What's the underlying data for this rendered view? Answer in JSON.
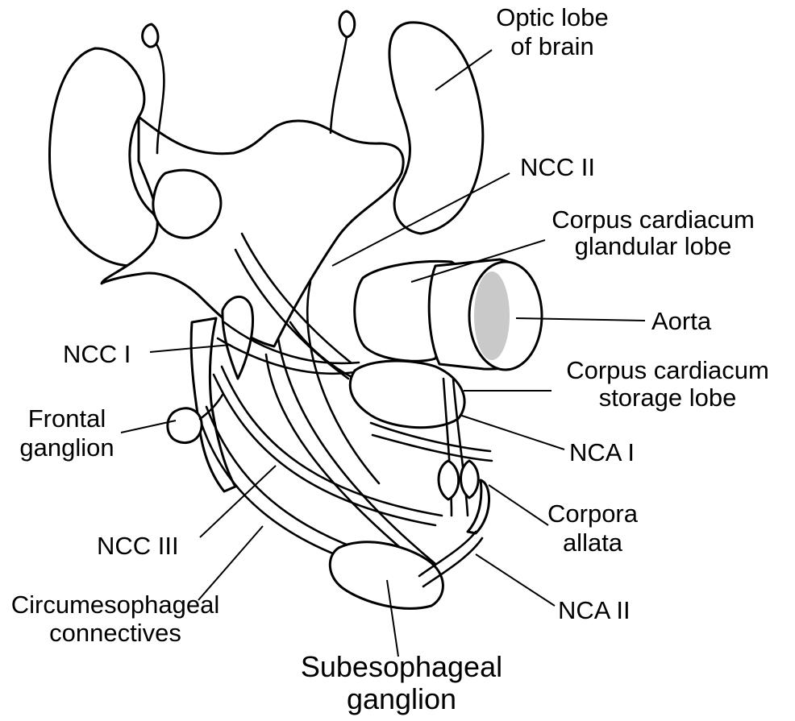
{
  "diagram": {
    "labels": {
      "optic_lobe_line1": "Optic lobe",
      "optic_lobe_line2": "of brain",
      "ncc_ii": "NCC II",
      "cc_glandular_line1": "Corpus cardiacum",
      "cc_glandular_line2": "glandular lobe",
      "aorta": "Aorta",
      "cc_storage_line1": "Corpus cardiacum",
      "cc_storage_line2": "storage lobe",
      "nca_i": "NCA I",
      "corpora_allata_line1": "Corpora",
      "corpora_allata_line2": "allata",
      "nca_ii": "NCA II",
      "subesophageal_line1": "Subesophageal",
      "subesophageal_line2": "ganglion",
      "circum_line1": "Circumesophageal",
      "circum_line2": "connectives",
      "ncc_iii": "NCC III",
      "frontal_line1": "Frontal",
      "frontal_line2": "ganglion",
      "ncc_i": "NCC I"
    }
  }
}
